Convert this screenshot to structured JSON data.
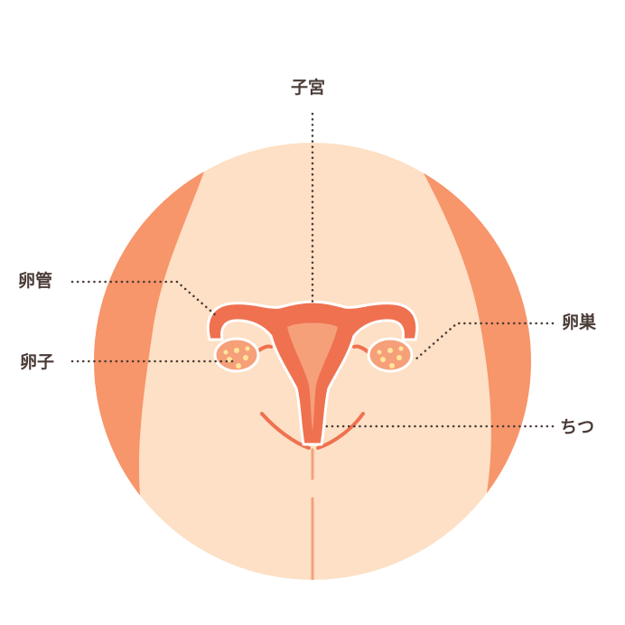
{
  "labels": {
    "uterus": "子宮",
    "fallopian_tube": "卵管",
    "ovum": "卵子",
    "ovary": "卵巣",
    "vagina": "ちつ"
  },
  "colors": {
    "skin": "#fde0c5",
    "side_band": "#f7956b",
    "organ": "#ef7150",
    "organ_light": "#f6a07a",
    "organ_outline": "#ffffff",
    "egg_dot": "#ffe59a",
    "leader_line": "#4a3b37",
    "label_text": "#4a3b37"
  }
}
